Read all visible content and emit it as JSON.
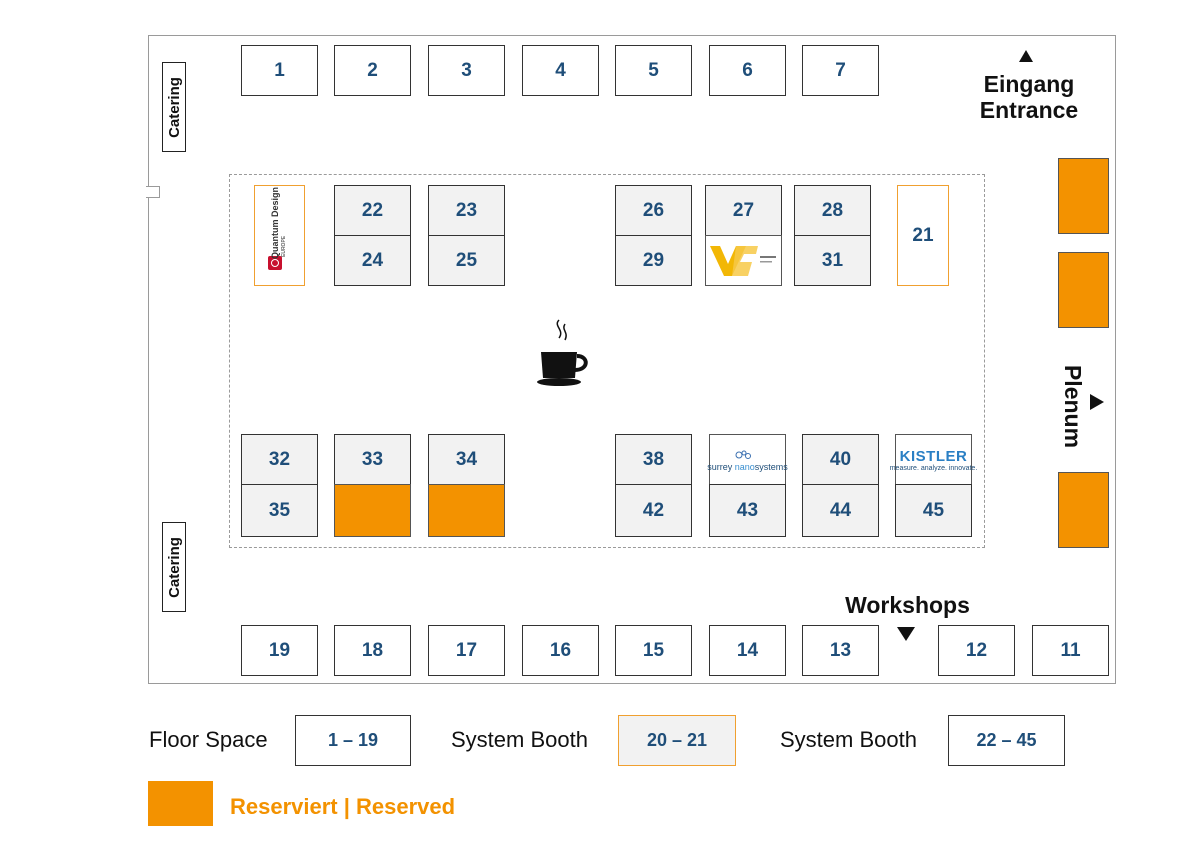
{
  "hall": {
    "entrance_de": "Eingang",
    "entrance_en": "Entrance",
    "plenum": "Plenum",
    "workshops": "Workshops",
    "catering_top": "Catering",
    "catering_bottom": "Catering"
  },
  "booths": {
    "b1": "1",
    "b2": "2",
    "b3": "3",
    "b4": "4",
    "b5": "5",
    "b6": "6",
    "b7": "7",
    "b11": "11",
    "b12": "12",
    "b13": "13",
    "b14": "14",
    "b15": "15",
    "b16": "16",
    "b17": "17",
    "b18": "18",
    "b19": "19",
    "b21": "21",
    "b22": "22",
    "b23": "23",
    "b24": "24",
    "b25": "25",
    "b26": "26",
    "b27": "27",
    "b28": "28",
    "b29": "29",
    "b31": "31",
    "b32": "32",
    "b33": "33",
    "b34": "34",
    "b35": "35",
    "b38": "38",
    "b40": "40",
    "b42": "42",
    "b43": "43",
    "b44": "44",
    "b45": "45"
  },
  "logos": {
    "quantum_design": "Quantum Design",
    "quantum_sub": "EUROPE",
    "kistler": "KISTLER",
    "kistler_tag": "measure. analyze. innovate.",
    "surrey_1": "surrey ",
    "surrey_2": "nano",
    "surrey_3": "systems"
  },
  "legend": {
    "floor_label": "Floor Space",
    "floor_range": "1 – 19",
    "sys1_label": "System Booth",
    "sys1_range": "20 – 21",
    "sys2_label": "System Booth",
    "sys2_range": "22 – 45",
    "reserved_label": "Reserviert | Reserved"
  },
  "colors": {
    "booth_text": "#1f4e79",
    "reserved": "#f39200",
    "system_booth_fill": "#f2f2f2",
    "system_20_border": "#f0a030"
  },
  "icons": [
    "coffee-cup-icon",
    "arrow-up-icon",
    "arrow-down-icon",
    "arrow-right-icon"
  ]
}
